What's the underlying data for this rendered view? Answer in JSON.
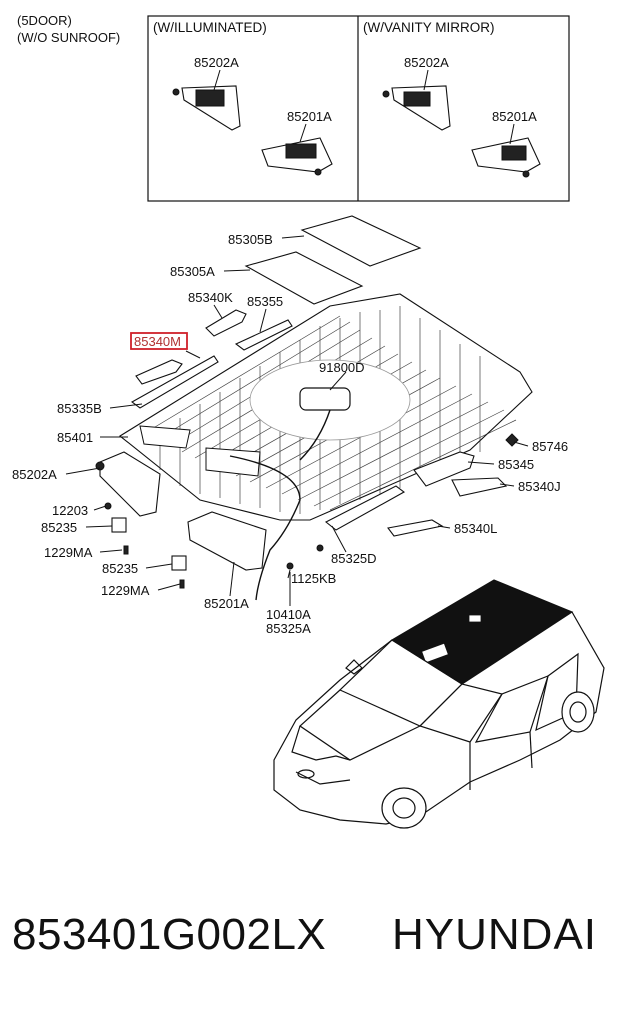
{
  "header": {
    "door_note": "(5DOOR)",
    "roof_note": "(W/O SUNROOF)"
  },
  "boxes": {
    "illuminated": {
      "title": "(W/ILLUMINATED)",
      "label_left": "85202A",
      "label_right": "85201A"
    },
    "vanity": {
      "title": "(W/VANITY MIRROR)",
      "label_left": "85202A",
      "label_right": "85201A"
    }
  },
  "labels": {
    "l_85305B": "85305B",
    "l_85305A": "85305A",
    "l_85340K": "85340K",
    "l_85355": "85355",
    "l_85340M": "85340M",
    "l_91800D": "91800D",
    "l_85335B": "85335B",
    "l_85401": "85401",
    "l_85746": "85746",
    "l_85345": "85345",
    "l_85202A": "85202A",
    "l_85340J": "85340J",
    "l_12203": "12203",
    "l_85235a": "85235",
    "l_85340L": "85340L",
    "l_1229MAa": "1229MA",
    "l_85325D": "85325D",
    "l_85235b": "85235",
    "l_1125KB": "1125KB",
    "l_1229MAb": "1229MA",
    "l_85201A": "85201A",
    "l_10410A": "10410A",
    "l_85325A": "85325A"
  },
  "highlight_color": "#d0202a",
  "footer": {
    "part_number": "853401G002LX",
    "brand": "HYUNDAI"
  }
}
